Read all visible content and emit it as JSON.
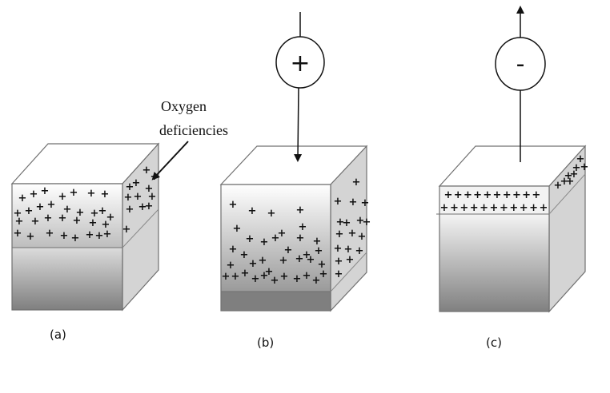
{
  "annotation": {
    "line1": "Oxygen",
    "line2": "deficiencies"
  },
  "panels": [
    {
      "label": "(a)"
    },
    {
      "label": "(b)",
      "source_symbol": "+"
    },
    {
      "label": "(c)",
      "source_symbol": "-"
    }
  ],
  "charge_mark": "+",
  "colors": {
    "top_face": "#ffffff",
    "side_face": "#d4d4d4",
    "outline": "#707070",
    "dark_bottom": "#7f7f7f"
  }
}
